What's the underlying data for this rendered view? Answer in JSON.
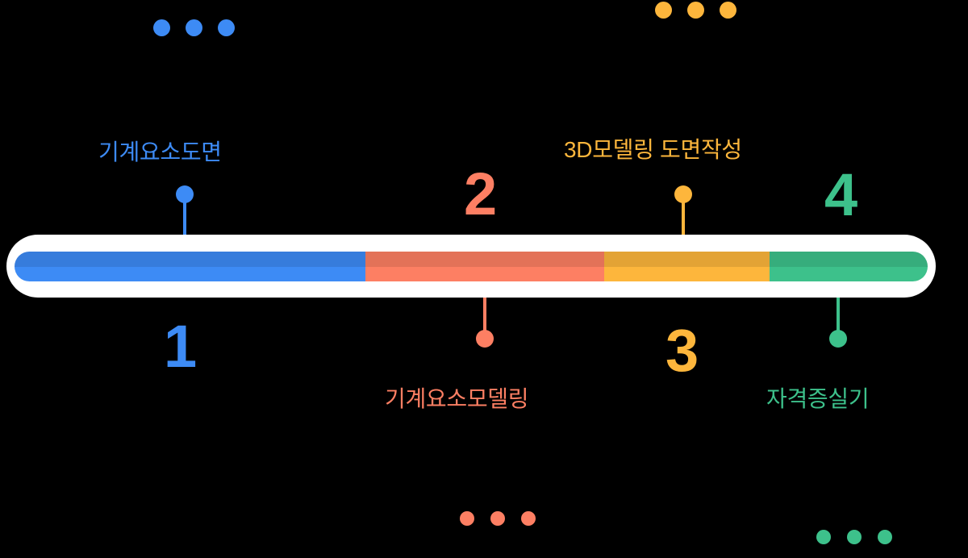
{
  "diagram": {
    "title": "4-step curriculum progress bar",
    "background_color": "#000000",
    "track_color": "#ffffff"
  },
  "steps": [
    {
      "number": "1",
      "label": "기계요소도면",
      "color": "#3d8bf5",
      "label_position": "above",
      "segment_percent": 38.4
    },
    {
      "number": "2",
      "label": "기계요소모델링",
      "color": "#fd7f63",
      "label_position": "below",
      "segment_percent": 26.2
    },
    {
      "number": "3",
      "label": "3D모델링 도면작성",
      "color": "#fdb63c",
      "label_position": "above",
      "segment_percent": 18.1
    },
    {
      "number": "4",
      "label": "자격증실기",
      "color": "#3dc18b",
      "label_position": "below",
      "segment_percent": 17.3
    }
  ],
  "decorations": [
    {
      "name": "dots-top-left",
      "color": "#3d8bf5",
      "count": 3
    },
    {
      "name": "dots-top-right",
      "color": "#fdb63c",
      "count": 3
    },
    {
      "name": "dots-bottom-left",
      "color": "#fd7f63",
      "count": 3
    },
    {
      "name": "dots-bottom-right",
      "color": "#3dc18b",
      "count": 3
    }
  ]
}
